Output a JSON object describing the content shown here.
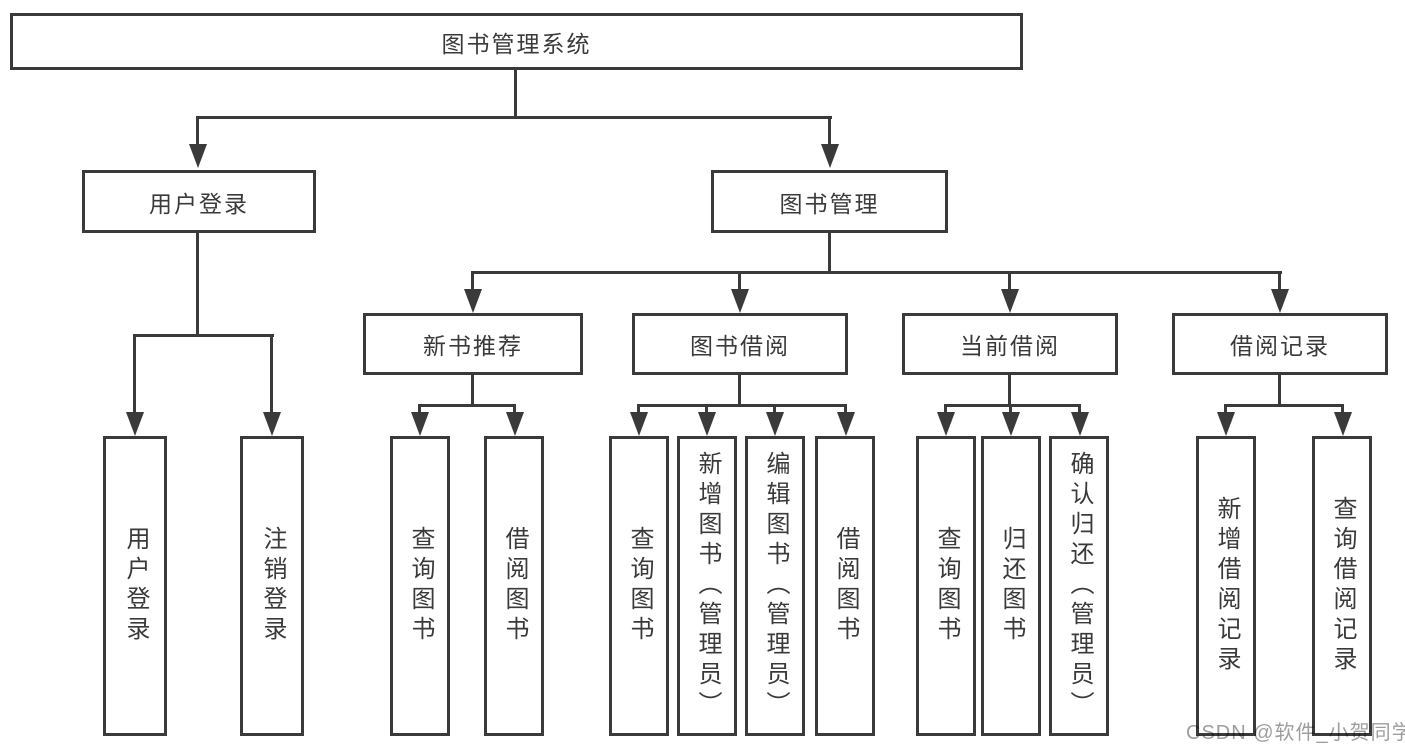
{
  "diagram": {
    "colors": {
      "line": "#3a3a3a",
      "text": "#3a3a3a",
      "background": "#ffffff",
      "watermark": "#9e9e9e"
    },
    "root": {
      "label": "图书管理系统"
    },
    "level2": [
      {
        "label": "用户登录"
      },
      {
        "label": "图书管理"
      }
    ],
    "level3": [
      {
        "label": "新书推荐"
      },
      {
        "label": "图书借阅"
      },
      {
        "label": "当前借阅"
      },
      {
        "label": "借阅记录"
      }
    ],
    "leaves": {
      "user_login": [
        "用户登录",
        "注销登录"
      ],
      "new_book": [
        "查询图书",
        "借阅图书"
      ],
      "book_borrow": [
        "查询图书",
        "新增图书（管理员）",
        "编辑图书（管理员）",
        "借阅图书"
      ],
      "current_borrow": [
        "查询图书",
        "归还图书",
        "确认归还（管理员）"
      ],
      "borrow_records": [
        "新增借阅记录",
        "查询借阅记录"
      ]
    },
    "watermark": {
      "text": "CSDN @软件_小贺同学"
    }
  }
}
